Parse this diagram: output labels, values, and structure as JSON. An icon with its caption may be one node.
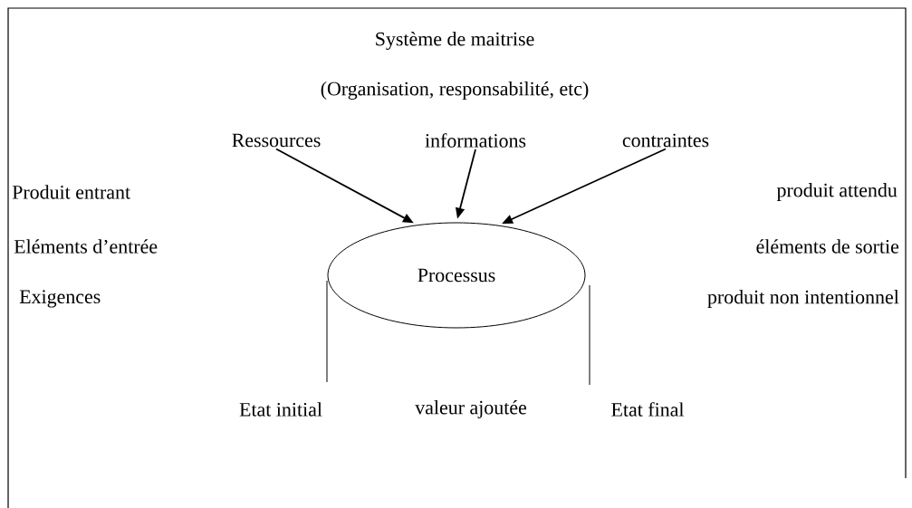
{
  "diagram": {
    "title": "Système de maitrise",
    "nodes": [
      {
        "text": [
          "Ressources"
        ]
      },
      {
        "text": [
          "informations"
        ]
      },
      {
        "text": [
          "contraintes"
        ]
      },
      {
        "text": [
          "Processus"
        ]
      }
    ],
    "edges": [
      {
        "from": 0,
        "to": 3,
        "arrow": "to"
      },
      {
        "from": 1,
        "to": 3,
        "arrow": "to"
      },
      {
        "from": 2,
        "to": 3,
        "arrow": "to"
      }
    ],
    "labels": [
      "(Organisation, responsabilité, etc)",
      "Produit entrant",
      "produit attendu",
      "Eléments d’entrée",
      "éléments de sortie",
      "Exigences",
      "produit non intentionnel",
      "Etat initial",
      "valeur ajoutée",
      "Etat final"
    ]
  }
}
